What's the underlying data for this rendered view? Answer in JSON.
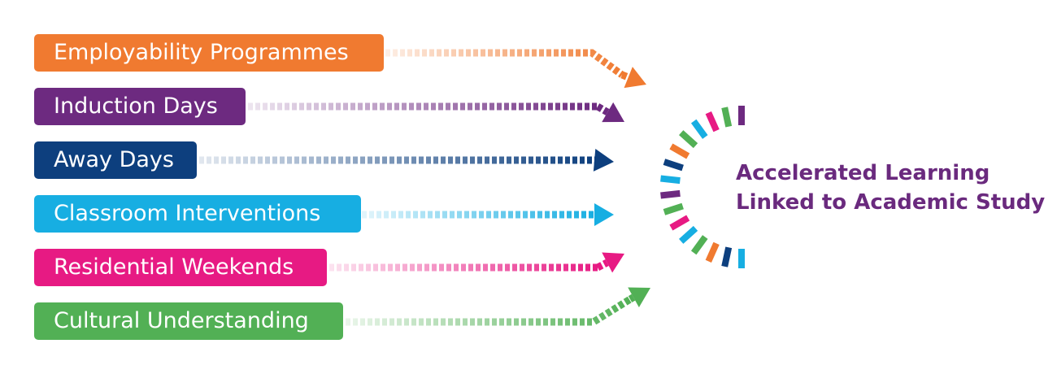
{
  "inputs": [
    {
      "label": "Employability Programmes",
      "color": "#f07a30"
    },
    {
      "label": "Induction Days",
      "color": "#6d2a80"
    },
    {
      "label": "Away Days",
      "color": "#0d3f7e"
    },
    {
      "label": "Classroom Interventions",
      "color": "#17aee2"
    },
    {
      "label": "Residential Weekends",
      "color": "#e71a83"
    },
    {
      "label": "Cultural Understanding",
      "color": "#52b055"
    }
  ],
  "goal": {
    "line1": "Accelerated Learning",
    "line2": "Linked to Academic Study",
    "color": "#6a2a7e"
  },
  "ring_colors": [
    "#17aee2",
    "#0d3f7e",
    "#f07a30",
    "#52b055",
    "#17aee2",
    "#e71a83",
    "#52b055",
    "#6d2a80",
    "#17aee2",
    "#0d3f7e",
    "#f07a30",
    "#52b055",
    "#17aee2",
    "#e71a83",
    "#52b055",
    "#6d2a80"
  ]
}
